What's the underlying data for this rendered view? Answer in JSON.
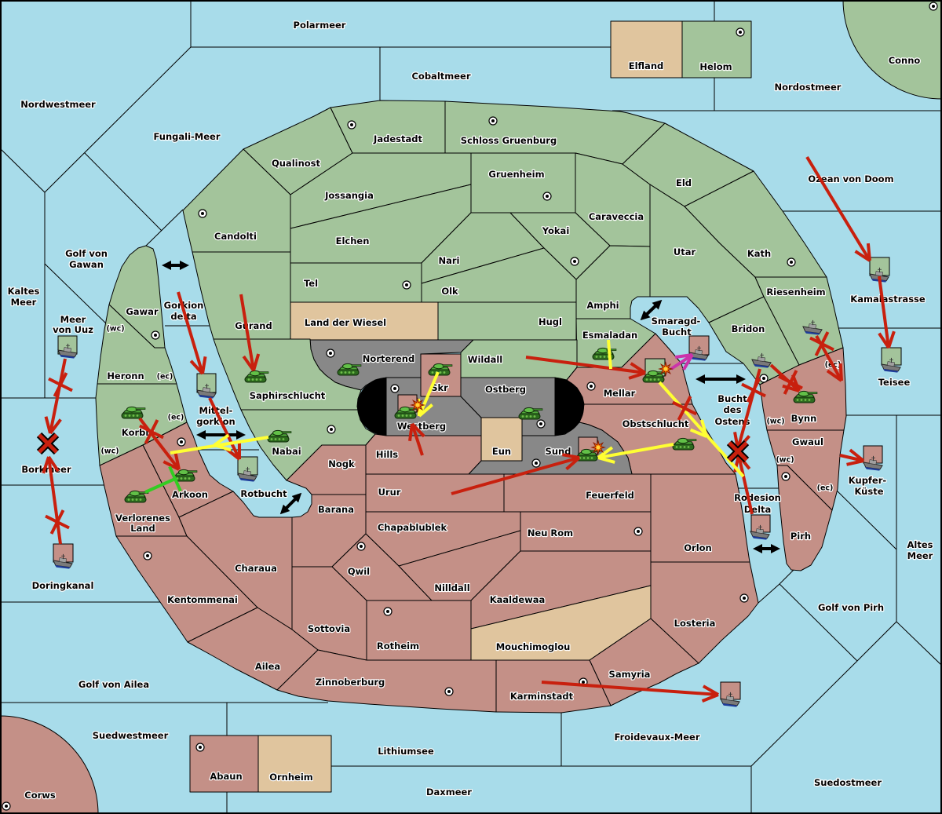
{
  "colors": {
    "sea": "#a8dcea",
    "green": "#a3c49b",
    "pink": "#c49087",
    "neutral": "#e0c59e",
    "grey": "#888888",
    "move": "#c8200e",
    "support": "#ffff33",
    "convoy": "#33cc22",
    "retreat": "#cc33aa"
  },
  "regions": {
    "polarmeer": {
      "label": "Polarmeer",
      "type": "sea"
    },
    "cobaltmeer": {
      "label": "Cobaltmeer",
      "type": "sea"
    },
    "nordwestmeer": {
      "label": "Nordwestmeer",
      "type": "sea"
    },
    "fungali_meer": {
      "label": "Fungali-Meer",
      "type": "sea"
    },
    "nordostmeer": {
      "label": "Nordostmeer",
      "type": "sea"
    },
    "ozean_von_doom": {
      "label": "Ozean von Doom",
      "type": "sea"
    },
    "golf_von_gawan": {
      "label": "Golf von Gawan",
      "lines": [
        "Golf von",
        "Gawan"
      ],
      "type": "sea"
    },
    "kaltes_meer": {
      "label": "Kaltes Meer",
      "lines": [
        "Kaltes",
        "Meer"
      ],
      "type": "sea"
    },
    "meer_von_uuz": {
      "label": "Meer von Uuz",
      "lines": [
        "Meer",
        "von Uuz"
      ],
      "type": "sea"
    },
    "gorkion_delta": {
      "label": "Gorkion delta",
      "lines": [
        "Gorkion",
        "delta"
      ],
      "type": "sea"
    },
    "mittelgorkion": {
      "label": "Mittelgorkion",
      "lines": [
        "Mittel-",
        "gorkion"
      ],
      "type": "sea"
    },
    "borkmeer": {
      "label": "Borkmeer",
      "type": "sea"
    },
    "rotbucht": {
      "label": "Rotbucht",
      "type": "sea"
    },
    "doringkanal": {
      "label": "Doringkanal",
      "type": "sea"
    },
    "golf_von_ailea": {
      "label": "Golf von Ailea",
      "type": "sea"
    },
    "suedwestmeer": {
      "label": "Suedwestmeer",
      "type": "sea"
    },
    "lithiumsee": {
      "label": "Lithiumsee",
      "type": "sea"
    },
    "daxmeer": {
      "label": "Daxmeer",
      "type": "sea"
    },
    "froidevaux_meer": {
      "label": "Froidevaux-Meer",
      "type": "sea"
    },
    "suedostmeer": {
      "label": "Suedostmeer",
      "type": "sea"
    },
    "golf_von_pirh": {
      "label": "Golf von Pirh",
      "type": "sea"
    },
    "altes_meer": {
      "label": "Altes Meer",
      "lines": [
        "Altes",
        "Meer"
      ],
      "type": "sea"
    },
    "kupfer_kueste": {
      "label": "Kupfer-Küste",
      "lines": [
        "Kupfer-",
        "Küste"
      ],
      "type": "sea"
    },
    "rodesion_delta": {
      "label": "Rodesion Delta",
      "lines": [
        "Rodesion",
        "Delta"
      ],
      "type": "sea"
    },
    "bucht_des_ostens": {
      "label": "Bucht des Ostens",
      "lines": [
        "Bucht",
        "des",
        "Ostens"
      ],
      "type": "sea"
    },
    "smaragd_bucht": {
      "label": "Smaragd-Bucht",
      "lines": [
        "Smaragd-",
        "Bucht"
      ],
      "type": "sea"
    },
    "kamalastrasse": {
      "label": "Kamalastrasse",
      "type": "sea"
    },
    "teisee": {
      "label": "Teisee",
      "type": "sea"
    },
    "conno": {
      "label": "Conno",
      "type": "land",
      "owner": "green",
      "supply_center": true
    },
    "elfland": {
      "label": "Elfland",
      "type": "land",
      "owner": "neutral"
    },
    "helom": {
      "label": "Helom",
      "type": "land",
      "owner": "green",
      "supply_center": true
    },
    "qualinost": {
      "label": "Qualinost",
      "type": "land",
      "owner": "green"
    },
    "jadestadt": {
      "label": "Jadestadt",
      "type": "land",
      "owner": "green",
      "supply_center": true
    },
    "schloss_gruenburg": {
      "label": "Schloss Gruenburg",
      "type": "land",
      "owner": "green",
      "supply_center": true
    },
    "jossangia": {
      "label": "Jossangia",
      "type": "land",
      "owner": "green"
    },
    "gruenheim": {
      "label": "Gruenheim",
      "type": "land",
      "owner": "green",
      "supply_center": true
    },
    "eld": {
      "label": "Eld",
      "type": "land",
      "owner": "green"
    },
    "candolti": {
      "label": "Candolti",
      "type": "land",
      "owner": "green",
      "supply_center": true
    },
    "elchen": {
      "label": "Elchen",
      "type": "land",
      "owner": "green"
    },
    "caraveccia": {
      "label": "Caraveccia",
      "type": "land",
      "owner": "green"
    },
    "yokai": {
      "label": "Yokai",
      "type": "land",
      "owner": "green",
      "supply_center": true
    },
    "utar": {
      "label": "Utar",
      "type": "land",
      "owner": "green"
    },
    "kath": {
      "label": "Kath",
      "type": "land",
      "owner": "green",
      "supply_center": true
    },
    "nari": {
      "label": "Nari",
      "type": "land",
      "owner": "green"
    },
    "tel": {
      "label": "Tel",
      "type": "land",
      "owner": "green",
      "supply_center": true
    },
    "olk": {
      "label": "Olk",
      "type": "land",
      "owner": "green"
    },
    "riesenheim": {
      "label": "Riesenheim",
      "type": "land",
      "owner": "green"
    },
    "amphi": {
      "label": "Amphi",
      "type": "land",
      "owner": "green"
    },
    "hugl": {
      "label": "Hugl",
      "type": "land",
      "owner": "green"
    },
    "land_der_wiesel": {
      "label": "Land der Wiesel",
      "type": "land",
      "owner": "neutral"
    },
    "gurand": {
      "label": "Gurand",
      "type": "land",
      "owner": "green"
    },
    "gawar": {
      "label": "Gawar",
      "type": "land",
      "owner": "green",
      "supply_center": true
    },
    "bridon": {
      "label": "Bridon",
      "type": "land",
      "owner": "green",
      "supply_center": true
    },
    "esmaladan": {
      "label": "Esmaladan",
      "type": "land",
      "owner": "green"
    },
    "norterend": {
      "label": "Norterend",
      "type": "land",
      "owner": "grey",
      "supply_center": true
    },
    "wildall": {
      "label": "Wildall",
      "type": "land",
      "owner": "green"
    },
    "skr": {
      "label": "Skr",
      "type": "land",
      "owner": "pink"
    },
    "ostberg": {
      "label": "Ostberg",
      "type": "land",
      "owner": "grey",
      "supply_center": true
    },
    "westberg": {
      "label": "Westberg",
      "type": "land",
      "owner": "grey",
      "supply_center": true
    },
    "mellar": {
      "label": "Mellar",
      "type": "land",
      "owner": "pink",
      "supply_center": true
    },
    "saphirschlucht": {
      "label": "Saphirschlucht",
      "type": "land",
      "owner": "green"
    },
    "heronn": {
      "label": "Heronn",
      "type": "land",
      "owner": "green"
    },
    "obstschlucht": {
      "label": "Obstschlucht",
      "type": "land",
      "owner": "pink"
    },
    "nabai": {
      "label": "Nabai",
      "type": "land",
      "owner": "green",
      "supply_center": true
    },
    "korbia": {
      "label": "Korbia",
      "type": "land",
      "owner": "green"
    },
    "eun": {
      "label": "Eun",
      "type": "land",
      "owner": "neutral"
    },
    "sund": {
      "label": "Sund",
      "type": "land",
      "owner": "grey",
      "supply_center": true
    },
    "hills": {
      "label": "Hills",
      "type": "land",
      "owner": "pink"
    },
    "nogk": {
      "label": "Nogk",
      "type": "land",
      "owner": "pink"
    },
    "bynn": {
      "label": "Bynn",
      "type": "land",
      "owner": "pink"
    },
    "gwaul": {
      "label": "Gwaul",
      "type": "land",
      "owner": "pink"
    },
    "arkoon": {
      "label": "Arkoon",
      "type": "land",
      "owner": "pink",
      "supply_center": true
    },
    "urur": {
      "label": "Urur",
      "type": "land",
      "owner": "pink"
    },
    "feuerfeld": {
      "label": "Feuerfeld",
      "type": "land",
      "owner": "pink"
    },
    "barana": {
      "label": "Barana",
      "type": "land",
      "owner": "pink"
    },
    "verlorenes_land": {
      "label": "Verlorenes Land",
      "lines": [
        "Verlorenes",
        "Land"
      ],
      "type": "land",
      "owner": "pink"
    },
    "chapablublek": {
      "label": "Chapablublek",
      "type": "land",
      "owner": "pink"
    },
    "neu_rom": {
      "label": "Neu Rom",
      "type": "land",
      "owner": "pink",
      "supply_center": true
    },
    "pirh": {
      "label": "Pirh",
      "type": "land",
      "owner": "pink",
      "supply_center": true
    },
    "orlon": {
      "label": "Orlon",
      "type": "land",
      "owner": "pink"
    },
    "charaua": {
      "label": "Charaua",
      "type": "land",
      "owner": "pink"
    },
    "qwil": {
      "label": "Qwil",
      "type": "land",
      "owner": "pink",
      "supply_center": true
    },
    "nilldall": {
      "label": "Nilldall",
      "type": "land",
      "owner": "pink"
    },
    "kentommenai": {
      "label": "Kentommenai",
      "type": "land",
      "owner": "pink",
      "supply_center": true
    },
    "kaaldewaa": {
      "label": "Kaaldewaa",
      "type": "land",
      "owner": "pink"
    },
    "losteria": {
      "label": "Losteria",
      "type": "land",
      "owner": "pink",
      "supply_center": true
    },
    "sottovia": {
      "label": "Sottovia",
      "type": "land",
      "owner": "pink"
    },
    "rotheim": {
      "label": "Rotheim",
      "type": "land",
      "owner": "pink",
      "supply_center": true
    },
    "mouchimoglou": {
      "label": "Mouchimoglou",
      "type": "land",
      "owner": "neutral"
    },
    "ailea": {
      "label": "Ailea",
      "type": "land",
      "owner": "pink"
    },
    "samyria": {
      "label": "Samyria",
      "type": "land",
      "owner": "pink"
    },
    "zinnoberburg": {
      "label": "Zinnoberburg",
      "type": "land",
      "owner": "pink",
      "supply_center": true
    },
    "karminstadt": {
      "label": "Karminstadt",
      "type": "land",
      "owner": "pink",
      "supply_center": true
    },
    "abaun": {
      "label": "Abaun",
      "type": "land",
      "owner": "pink",
      "supply_center": true
    },
    "ornheim": {
      "label": "Ornheim",
      "type": "land",
      "owner": "neutral"
    },
    "corws": {
      "label": "Corws",
      "type": "land",
      "owner": "pink",
      "supply_center": true
    }
  },
  "coast_labels": [
    {
      "region": "Heronn",
      "text": "(wc)"
    },
    {
      "region": "Heronn",
      "text": "(ec)"
    },
    {
      "region": "Korbia",
      "text": "(ec)"
    },
    {
      "region": "Korbia",
      "text": "(wc)"
    },
    {
      "region": "Bynn",
      "text": "(ec)"
    },
    {
      "region": "Bynn",
      "text": "(wc)"
    },
    {
      "region": "Gwaul",
      "text": "(wc)"
    },
    {
      "region": "Gwaul",
      "text": "(ec)"
    }
  ],
  "units": [
    {
      "type": "army",
      "location": "Saphirschlucht"
    },
    {
      "type": "army",
      "location": "Norterend"
    },
    {
      "type": "army",
      "location": "Skr"
    },
    {
      "type": "army",
      "location": "Westberg",
      "marker": "pink",
      "burst": true
    },
    {
      "type": "army",
      "location": "Ostberg"
    },
    {
      "type": "army",
      "location": "Esmaladan"
    },
    {
      "type": "army",
      "location": "Mellar",
      "marker": "green",
      "burst": true
    },
    {
      "type": "army",
      "location": "Obstschlucht"
    },
    {
      "type": "army",
      "location": "Sund",
      "marker": "pink",
      "burst": true
    },
    {
      "type": "army",
      "location": "Bynn"
    },
    {
      "type": "army",
      "location": "Nabai"
    },
    {
      "type": "army",
      "location": "Korbia"
    },
    {
      "type": "army",
      "location": "Arkoon"
    },
    {
      "type": "army",
      "location": "Verlorenes Land"
    },
    {
      "type": "fleet",
      "location": "Meer von Uuz",
      "marker": "green"
    },
    {
      "type": "fleet",
      "location": "Doringkanal",
      "marker": "pink"
    },
    {
      "type": "fleet",
      "location": "Mittelgorkion",
      "marker": "green"
    },
    {
      "type": "fleet",
      "location": "Rotbucht",
      "marker": "green"
    },
    {
      "type": "fleet",
      "location": "Smaragd-Bucht",
      "marker": "pink"
    },
    {
      "type": "fleet",
      "location": "Riesenheim"
    },
    {
      "type": "fleet",
      "location": "Bridon"
    },
    {
      "type": "fleet",
      "location": "Kamalastrasse",
      "marker": "green"
    },
    {
      "type": "fleet",
      "location": "Teisee",
      "marker": "green"
    },
    {
      "type": "fleet",
      "location": "Kupfer-Küste",
      "marker": "pink"
    },
    {
      "type": "fleet",
      "location": "Rodesion Delta",
      "marker": "pink"
    },
    {
      "type": "fleet",
      "location": "Froidevaux-Meer",
      "marker": "pink"
    }
  ],
  "orders": [
    {
      "kind": "move",
      "from": "Meer von Uuz",
      "to": "Borkmeer",
      "crossed": true
    },
    {
      "kind": "move",
      "from": "Doringkanal",
      "to": "Borkmeer",
      "crossed": true
    },
    {
      "kind": "move",
      "from": "Gorkion delta",
      "to": "Mittelgorkion"
    },
    {
      "kind": "move",
      "from": "Gurand",
      "to": "Saphirschlucht"
    },
    {
      "kind": "move",
      "from": "Mittelgorkion",
      "to": "Rotbucht"
    },
    {
      "kind": "move",
      "from": "Korbia",
      "to": "Arkoon",
      "crossed": true
    },
    {
      "kind": "move",
      "from": "Hills",
      "to": "Westberg"
    },
    {
      "kind": "move",
      "from": "Wildall",
      "to": "Mellar"
    },
    {
      "kind": "move",
      "from": "Urur",
      "to": "Sund"
    },
    {
      "kind": "move",
      "from": "Karminstadt",
      "to": "Froidevaux-Meer"
    },
    {
      "kind": "move",
      "from": "Ozean von Doom",
      "to": "Kamalastrasse"
    },
    {
      "kind": "move",
      "from": "Kamalastrasse",
      "to": "Teisee"
    },
    {
      "kind": "move",
      "from": "Gwaul",
      "to": "Kupfer-Küste"
    },
    {
      "kind": "move",
      "from": "Riesenheim",
      "to": "Bynn",
      "crossed": true
    },
    {
      "kind": "move",
      "from": "Bridon",
      "to": "Bucht des Ostens",
      "crossed": true
    },
    {
      "kind": "move",
      "from": "Bridon",
      "to": "Bynn",
      "crossed": true
    },
    {
      "kind": "move",
      "from": "Rodesion Delta",
      "to": "Bucht des Ostens"
    },
    {
      "kind": "retreat",
      "from": "Mellar",
      "to": "Smaragd-Bucht"
    },
    {
      "kind": "support",
      "from": "Skr",
      "to": "Westberg"
    },
    {
      "kind": "support",
      "from": "Nabai",
      "to": "Arkoon"
    },
    {
      "kind": "support",
      "from": "Esmaladan",
      "to": "Mellar"
    },
    {
      "kind": "support",
      "from": "Mellar",
      "to": "Bucht des Ostens",
      "crossed": true
    },
    {
      "kind": "support",
      "from": "Obstschlucht",
      "to": "Sund"
    },
    {
      "kind": "convoy",
      "from": "Verlorenes Land",
      "to": "Arkoon"
    }
  ],
  "bounce_marks": [
    "Borkmeer",
    "Bucht des Ostens"
  ],
  "passages": [
    "Gorkion delta",
    "Mittelgorkion",
    "Rotbucht",
    "Smaragd-Bucht",
    "Bucht des Ostens",
    "Rodesion Delta"
  ]
}
